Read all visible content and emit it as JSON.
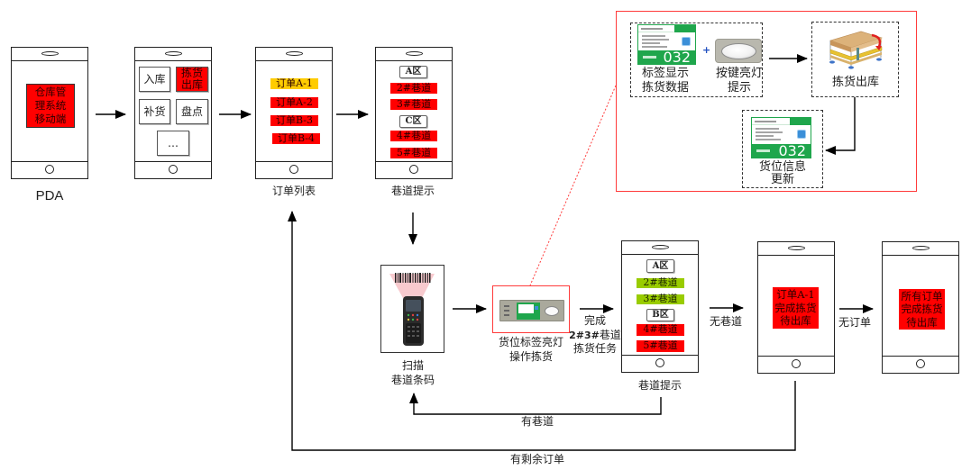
{
  "pda_home": {
    "screen_lines": [
      "仓库管",
      "理系统",
      "移动端"
    ],
    "caption": "PDA"
  },
  "menu_screen": {
    "items": [
      {
        "lines": [
          "入库"
        ],
        "highlighted": false
      },
      {
        "lines": [
          "拣货",
          "出库"
        ],
        "highlighted": true
      },
      {
        "lines": [
          "补货"
        ],
        "highlighted": false
      },
      {
        "lines": [
          "盘点"
        ],
        "highlighted": false
      },
      {
        "lines": [
          "…"
        ],
        "highlighted": false
      }
    ]
  },
  "order_list_screen": {
    "caption": "订单列表",
    "orders": [
      {
        "label": "订单A-1",
        "state": "selected"
      },
      {
        "label": "订单A-2",
        "state": "pending"
      },
      {
        "label": "订单B-3",
        "state": "pending"
      },
      {
        "label": "订单B-4",
        "state": "pending"
      }
    ]
  },
  "aisle_prompt_initial": {
    "caption": "巷道提示",
    "rows": [
      {
        "kind": "zone",
        "label": "A区"
      },
      {
        "kind": "aisle",
        "label": "2#巷道",
        "state": "pending"
      },
      {
        "kind": "aisle",
        "label": "3#巷道",
        "state": "pending"
      },
      {
        "kind": "zone",
        "label": "C区"
      },
      {
        "kind": "aisle",
        "label": "4#巷道",
        "state": "pending"
      },
      {
        "kind": "aisle",
        "label": "5#巷道",
        "state": "pending"
      }
    ]
  },
  "scan_step": {
    "lines": [
      "扫描",
      "巷道条码"
    ]
  },
  "light_pick_step": {
    "lines": [
      "货位标签亮灯",
      "操作拣货"
    ]
  },
  "complete_transition": {
    "line1": "完成",
    "line2_bold": "2#3#",
    "line2_rest": "巷道",
    "line3": "拣货任务"
  },
  "aisle_prompt_updated": {
    "caption": "巷道提示",
    "rows": [
      {
        "kind": "zone",
        "label": "A区"
      },
      {
        "kind": "aisle",
        "label": "2#巷道",
        "state": "done"
      },
      {
        "kind": "aisle",
        "label": "3#巷道",
        "state": "done"
      },
      {
        "kind": "zone",
        "label": "B区"
      },
      {
        "kind": "aisle",
        "label": "4#巷道",
        "state": "pending"
      },
      {
        "kind": "aisle",
        "label": "5#巷道",
        "state": "pending"
      }
    ]
  },
  "transitions": {
    "no_aisle": "无巷道",
    "no_order": "无订单",
    "has_aisle": "有巷道",
    "has_remaining_orders": "有剩余订单"
  },
  "order_done_screen": {
    "lines": [
      "订单A-1",
      "完成拣货",
      "待出库"
    ]
  },
  "all_done_screen": {
    "lines": [
      "所有订单",
      "完成拣货",
      "待出库"
    ]
  },
  "detail_panel": {
    "label_display": {
      "lines": [
        "标签显示",
        "拣货数据"
      ],
      "label_number": "032"
    },
    "plus_sign": "+",
    "button_light": {
      "lines": [
        "按键亮灯",
        "提示"
      ]
    },
    "pick_out": {
      "lines": [
        "拣货出库"
      ]
    },
    "location_update": {
      "lines": [
        "货位信息",
        "更新"
      ],
      "label_number": "032"
    }
  },
  "colors": {
    "alert_red": "#ff0000",
    "selected_yellow": "#ffcc00",
    "done_green": "#99cc00",
    "panel_border_red": "#ff3b3b",
    "label_green": "#1fa64c"
  }
}
